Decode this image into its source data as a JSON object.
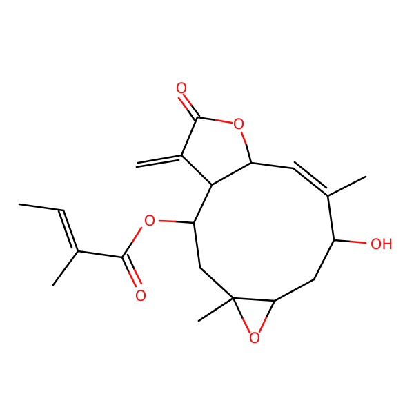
{
  "molecule": {
    "bond_color": "#000000",
    "heteroatom_color": "#ff0d0d",
    "labels": {
      "carbonyl_o": "O",
      "ring_o": "O",
      "ester_o": "O",
      "ester_carbonyl_o": "O",
      "epoxide_o": "O",
      "hydroxyl": "OH"
    }
  }
}
